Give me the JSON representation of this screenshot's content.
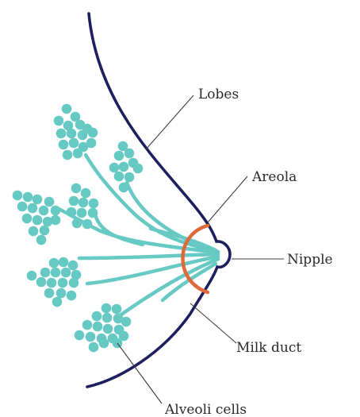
{
  "colors": {
    "outline": "#1d1f5e",
    "areola": "#e0693b",
    "ducts": "#67c9c4",
    "alveoli": "#67c9c4",
    "leader": "#3c3c3c",
    "text": "#2a2a2a"
  },
  "labels": {
    "lobes": "Lobes",
    "areola": "Areola",
    "nipple": "Nipple",
    "milk_duct": "Milk duct",
    "alveoli_cells": "Alveoli cells"
  }
}
